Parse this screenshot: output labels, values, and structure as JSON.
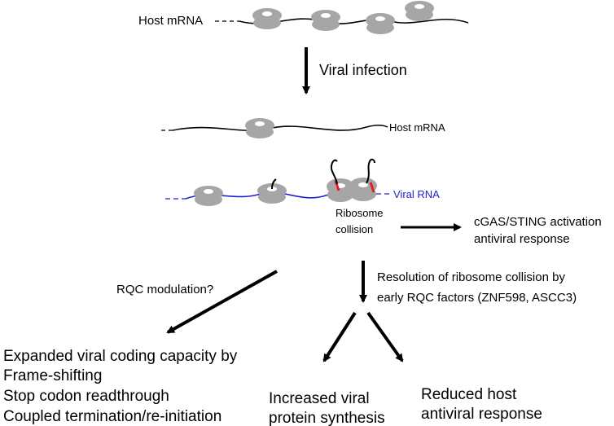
{
  "labels": {
    "host_mrna_top": "Host mRNA",
    "viral_infection": "Viral infection",
    "host_mrna_mid": "Host mRNA",
    "viral_rna": "Viral RNA",
    "ribosome_collision_line1": "Ribosome",
    "ribosome_collision_line2": "collision",
    "cgas_line1": "cGAS/STING activation",
    "cgas_line2": "antiviral response",
    "rqc_modulation": "RQC modulation?",
    "resolution_line1": "Resolution of ribosome collision by",
    "resolution_line2": "early RQC factors (ZNF598, ASCC3)",
    "expanded_line1": "Expanded viral coding capacity by",
    "expanded_line2": "Frame-shifting",
    "expanded_line3": "Stop codon readthrough",
    "expanded_line4": "Coupled termination/re-initiation",
    "increased_line1": "Increased viral",
    "increased_line2": "protein synthesis",
    "reduced_line1": "Reduced host",
    "reduced_line2": "antiviral response"
  },
  "colors": {
    "ribosome": "#a6a6a6",
    "ribosome_hole": "#ffffff",
    "host_mrna": "#000000",
    "viral_rna": "#2222cc",
    "nascent_chain": "#000000",
    "collision_site": "#e02020"
  }
}
